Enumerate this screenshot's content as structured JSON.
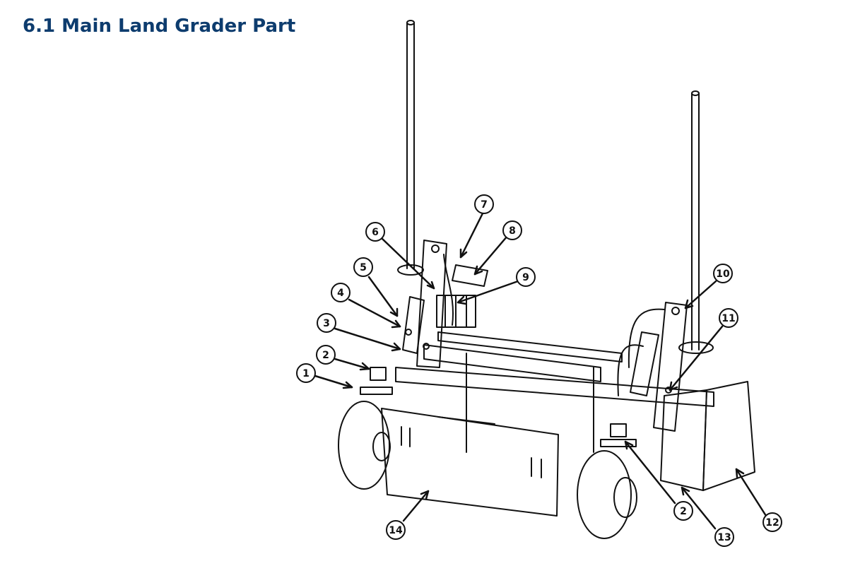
{
  "title": "6.1 Main Land Grader Parts",
  "callouts": [
    "1",
    "2",
    "3",
    "4",
    "5",
    "6",
    "7",
    "8",
    "9",
    "10",
    "11",
    "2",
    "13",
    "12",
    "14"
  ],
  "colors": {
    "title": "#0d3c6e",
    "line": "#111111"
  }
}
